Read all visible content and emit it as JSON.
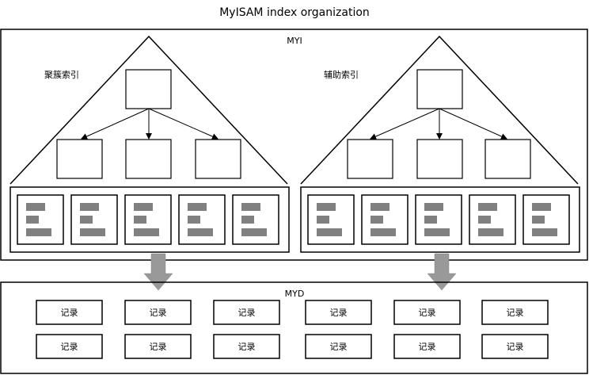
{
  "title": "MyISAM index organization",
  "myi": {
    "label": "MYI",
    "trees": [
      {
        "label": "聚簇索引",
        "leaf_pages": 5
      },
      {
        "label": "辅助索引",
        "leaf_pages": 5
      }
    ]
  },
  "myd": {
    "label": "MYD",
    "rows": [
      [
        "记录",
        "记录",
        "记录",
        "记录",
        "记录",
        "记录"
      ],
      [
        "记录",
        "记录",
        "记录",
        "记录",
        "记录",
        "记录"
      ]
    ]
  },
  "colors": {
    "stroke": "#000000",
    "arrow_fill": "#999999",
    "background": "#ffffff"
  }
}
